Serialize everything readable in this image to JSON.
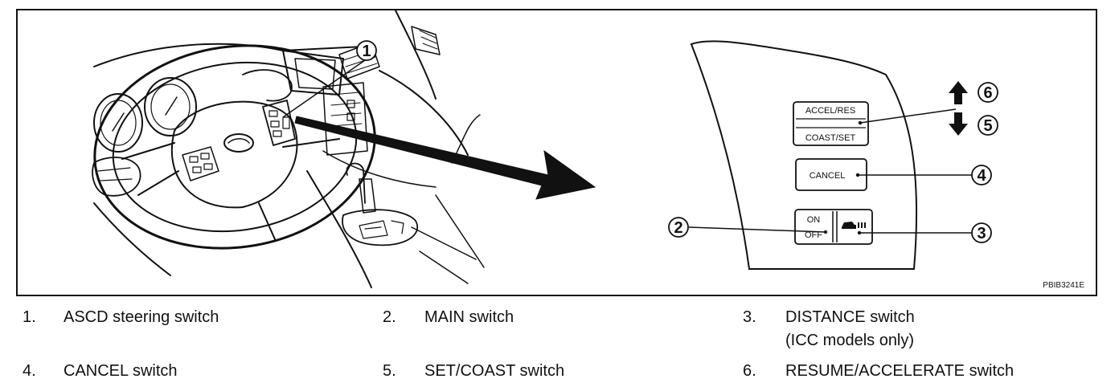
{
  "figure": {
    "code": "PBIB3241E",
    "switches": {
      "accel_res": "ACCEL/RES",
      "coast_set": "COAST/SET",
      "cancel": "CANCEL",
      "on": "ON",
      "off": "OFF"
    },
    "callouts": [
      "1",
      "2",
      "3",
      "4",
      "5",
      "6"
    ]
  },
  "legend": [
    {
      "num": "1.",
      "text": "ASCD steering switch"
    },
    {
      "num": "2.",
      "text": "MAIN switch"
    },
    {
      "num": "3.",
      "text": "DISTANCE switch",
      "text2": "(ICC models only)"
    },
    {
      "num": "4.",
      "text": "CANCEL switch"
    },
    {
      "num": "5.",
      "text": "SET/COAST switch"
    },
    {
      "num": "6.",
      "text": "RESUME/ACCELERATE switch"
    }
  ]
}
